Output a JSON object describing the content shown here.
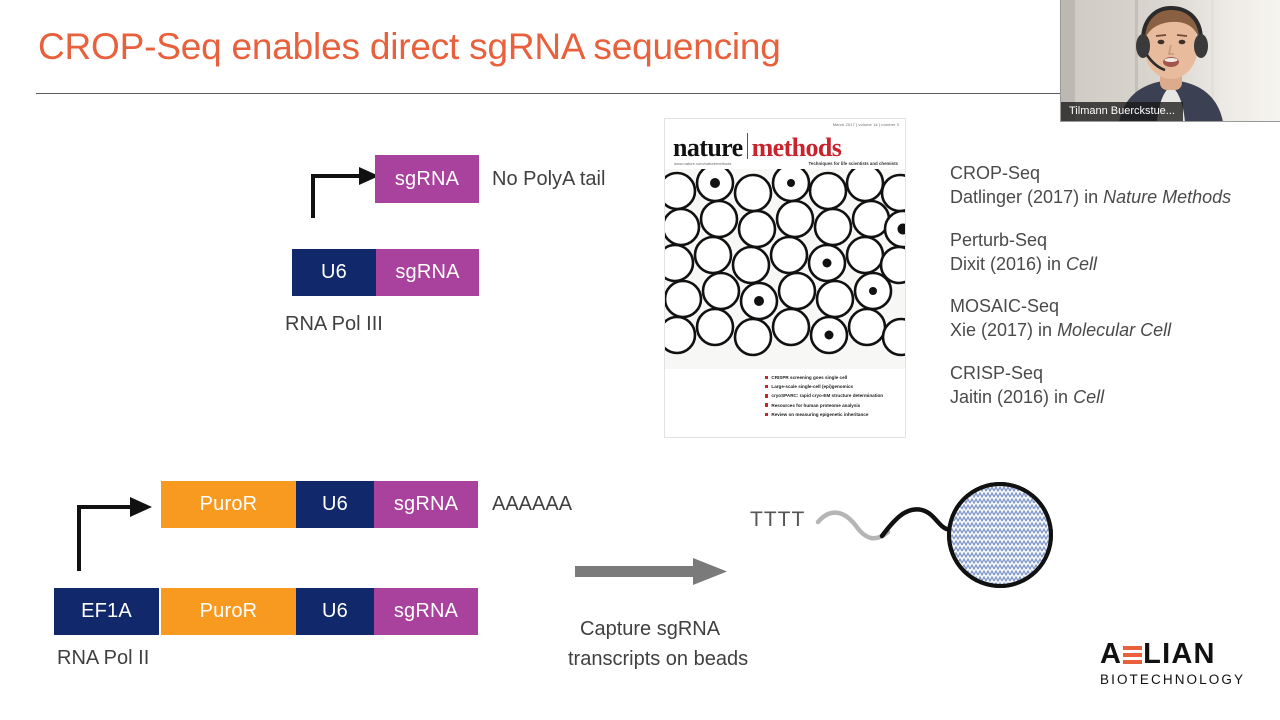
{
  "slide": {
    "title": "CROP-Seq enables direct sgRNA sequencing"
  },
  "colors": {
    "title": "#e8603c",
    "navy": "#11296b",
    "purple": "#a8429c",
    "orange": "#f89a20",
    "cover_red": "#c8222b",
    "arrow_gray": "#7a7a7a"
  },
  "top_diagram": {
    "transcript_box": "sgRNA",
    "no_polya_label": "No PolyA tail",
    "construct_boxes": [
      "U6",
      "sgRNA"
    ],
    "polymerase_label": "RNA Pol III"
  },
  "bottom_diagram": {
    "transcript_boxes": [
      "PuroR",
      "U6",
      "sgRNA"
    ],
    "polya_label": "AAAAAA",
    "construct_boxes": [
      "EF1A",
      "PuroR",
      "U6",
      "sgRNA"
    ],
    "polymerase_label": "RNA Pol II"
  },
  "capture": {
    "caption_line1": "Capture sgRNA",
    "caption_line2": "transcripts on beads",
    "oligo_label": "TTTT"
  },
  "references": [
    {
      "name": "CROP-Seq",
      "author": "Datlinger (2017) in ",
      "journal": "Nature Methods"
    },
    {
      "name": "Perturb-Seq",
      "author": "Dixit (2016) in ",
      "journal": "Cell"
    },
    {
      "name": "MOSAIC-Seq",
      "author": "Xie (2017) in ",
      "journal": "Molecular Cell"
    },
    {
      "name": "CRISP-Seq",
      "author": "Jaitin (2016) in ",
      "journal": "Cell"
    }
  ],
  "cover": {
    "issue_line": "March 2017 | volume 14 | number 3",
    "title_left": "nature",
    "title_right": "methods",
    "url": "www.nature.com/naturemethods",
    "tagline": "Techniques for life scientists and chemists",
    "bullets": [
      "CRISPR screening goes single cell",
      "Large-scale single-cell (epi)genomics",
      "cryoSPARC: rapid cryo-EM structure determination",
      "Resources for human proteome analysis",
      "Review on measuring epigenetic inheritance"
    ]
  },
  "logo": {
    "word_a": "A",
    "word_rest": "LIAN",
    "subtitle": "BIOTECHNOLOGY"
  },
  "webcam": {
    "participant_name": "Tilmann Buerckstue..."
  }
}
